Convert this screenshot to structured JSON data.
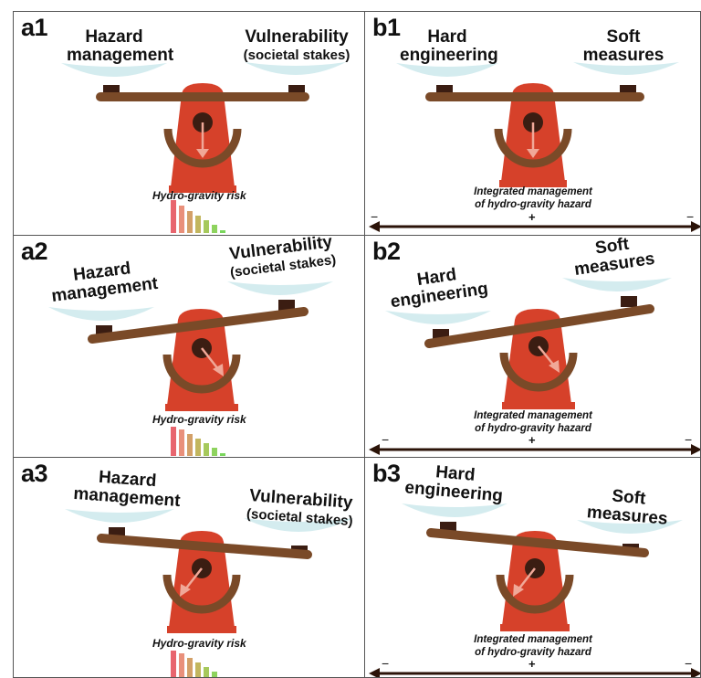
{
  "panels": {
    "a1": {
      "tag": "a1",
      "left_title": "Hazard management",
      "right_title": "Vulnerability",
      "right_sub": "(societal stakes)",
      "caption": "Hydro-gravity risk"
    },
    "b1": {
      "tag": "b1",
      "left_title": "Hard engineering",
      "right_title": "Soft measures",
      "caption_line1": "Integrated management",
      "caption_line2": "of hydro-gravity hazard",
      "plus": "+",
      "minus_left": "−",
      "minus_right": "−"
    },
    "a2": {
      "tag": "a2",
      "left_title": "Hazard management",
      "right_title": "Vulnerability",
      "right_sub": "(societal stakes)",
      "caption": "Hydro-gravity risk"
    },
    "b2": {
      "tag": "b2",
      "left_title": "Hard engineering",
      "right_title": "Soft measures",
      "caption_line1": "Integrated management",
      "caption_line2": "of hydro-gravity hazard",
      "plus": "+",
      "minus_left": "−",
      "minus_right": "−"
    },
    "a3": {
      "tag": "a3",
      "left_title": "Hazard management",
      "right_title": "Vulnerability",
      "right_sub": "(societal stakes)",
      "caption": "Hydro-gravity risk"
    },
    "b3": {
      "tag": "b3",
      "left_title": "Hard engineering",
      "right_title": "Soft measures",
      "caption_line1": "Integrated management",
      "caption_line2": "of hydro-gravity hazard",
      "plus": "+",
      "minus_left": "−",
      "minus_right": "−"
    }
  },
  "colors": {
    "body": "#d6412a",
    "beam": "#7a4a28",
    "pan": "#d4ecef",
    "knob": "#3b1d12",
    "arrow": "#f0a898",
    "risk_bars": [
      "#e8656e",
      "#e9907b",
      "#d3a068",
      "#c2b65e",
      "#a6c95c",
      "#8ed35e",
      "#79d65c"
    ]
  }
}
